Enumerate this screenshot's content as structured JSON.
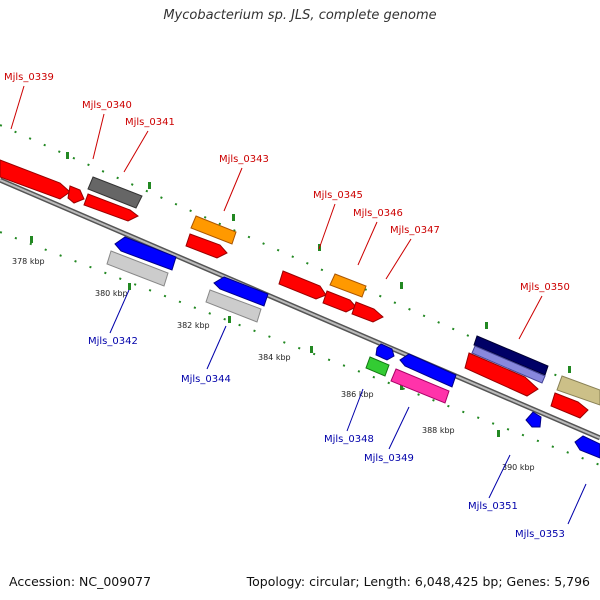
{
  "title": "Mycobacterium sp. JLS, complete genome",
  "footer": {
    "accession": "Accession: NC_009077",
    "summary": "Topology: circular; Length: 6,048,425 bp; Genes: 5,796"
  },
  "colors": {
    "top_label": "#cc0000",
    "bottom_label": "#0000aa",
    "ruler_line": "#888888",
    "tick": "#228822"
  },
  "kbp_labels": [
    "378 kbp",
    "380 kbp",
    "382 kbp",
    "384 kbp",
    "386 kbp",
    "388 kbp",
    "390 kbp"
  ],
  "gene_labels_top": [
    "Mjls_0339",
    "Mjls_0340",
    "Mjls_0341",
    "Mjls_0343",
    "Mjls_0345",
    "Mjls_0346",
    "Mjls_0347",
    "Mjls_0350"
  ],
  "gene_labels_bottom": [
    "Mjls_0342",
    "Mjls_0344",
    "Mjls_0348",
    "Mjls_0349",
    "Mjls_0351",
    "Mjls_0353"
  ]
}
